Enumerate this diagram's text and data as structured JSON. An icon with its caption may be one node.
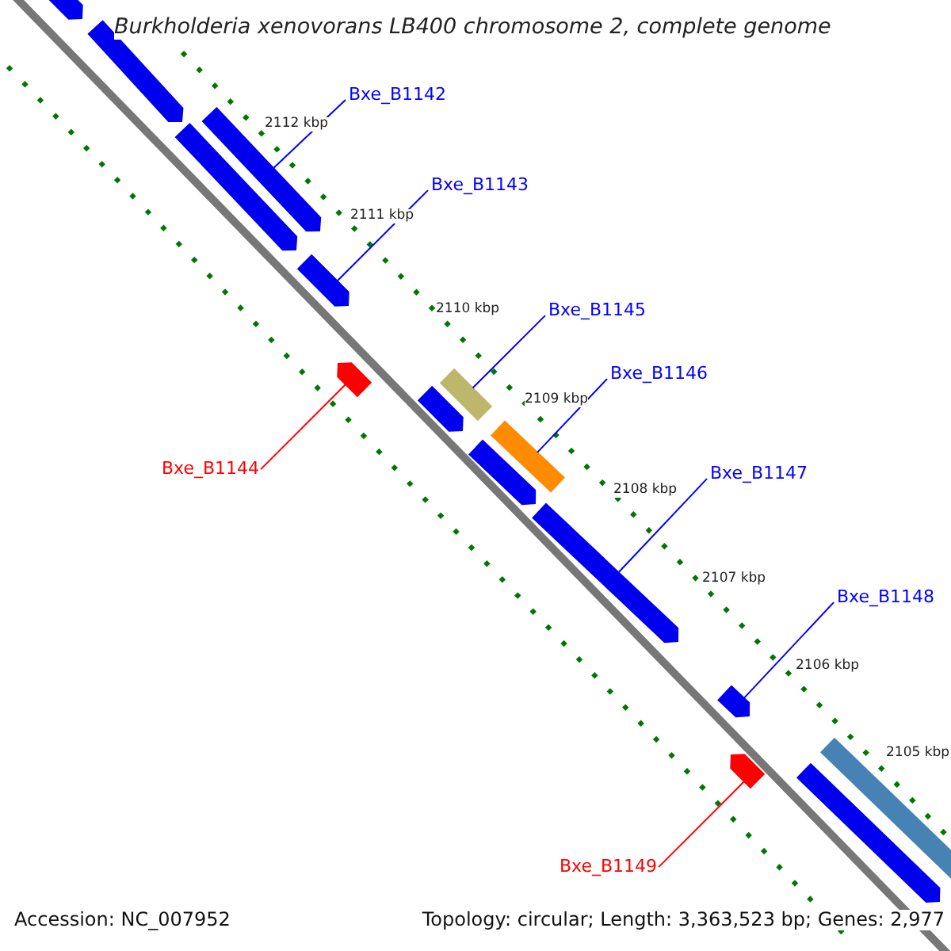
{
  "diagram": {
    "title": "Burkholderia xenovorans LB400 chromosome 2, complete genome",
    "nodes": [
      {
        "text": [
          "Bxe_B1142"
        ]
      },
      {
        "text": [
          "Bxe_B1143"
        ]
      },
      {
        "text": [
          "Bxe_B1145"
        ]
      },
      {
        "text": [
          "Bxe_B1146"
        ]
      },
      {
        "text": [
          "Bxe_B1144"
        ]
      },
      {
        "text": [
          "Bxe_B1147"
        ]
      },
      {
        "text": [
          "Bxe_B1148"
        ]
      },
      {
        "text": [
          "Bxe_B1149"
        ]
      },
      {
        "text": [],
        "shape": "arrow"
      },
      {
        "text": [],
        "shape": "arrow"
      },
      {
        "text": [],
        "shape": "arrow"
      },
      {
        "text": [],
        "shape": "arrow"
      },
      {
        "text": [],
        "shape": "arrow"
      },
      {
        "text": [],
        "shape": "arrow"
      },
      {
        "text": [],
        "shape": "box"
      },
      {
        "text": [],
        "shape": "arrow"
      },
      {
        "text": [],
        "shape": "box"
      },
      {
        "text": [],
        "shape": "arrow"
      },
      {
        "text": [],
        "shape": "arrow"
      },
      {
        "text": [],
        "shape": "arrow"
      },
      {
        "text": [],
        "shape": "arrow"
      },
      {
        "text": [],
        "shape": "box"
      },
      {
        "text": [],
        "shape": "arrow"
      }
    ],
    "edges": [
      {
        "from": 0,
        "to": 10,
        "arrow": "none"
      },
      {
        "from": 1,
        "to": 12,
        "arrow": "none"
      },
      {
        "from": 2,
        "to": 14,
        "arrow": "none"
      },
      {
        "from": 3,
        "to": 16,
        "arrow": "none"
      },
      {
        "from": 4,
        "to": 13,
        "arrow": "none",
        "color": "#ff0000"
      },
      {
        "from": 5,
        "to": 18,
        "arrow": "none"
      },
      {
        "from": 6,
        "to": 19,
        "arrow": "none"
      },
      {
        "from": 7,
        "to": 20,
        "arrow": "none",
        "color": "#ff0000"
      }
    ],
    "labels": [
      "2112 kbp",
      "2111 kbp",
      "2110 kbp",
      "2109 kbp",
      "2108 kbp",
      "2107 kbp",
      "2106 kbp",
      "2105 kbp",
      "Accession: NC_007952",
      "Topology: circular; Length: 3,363,523 bp; Genes: 2,977"
    ]
  }
}
